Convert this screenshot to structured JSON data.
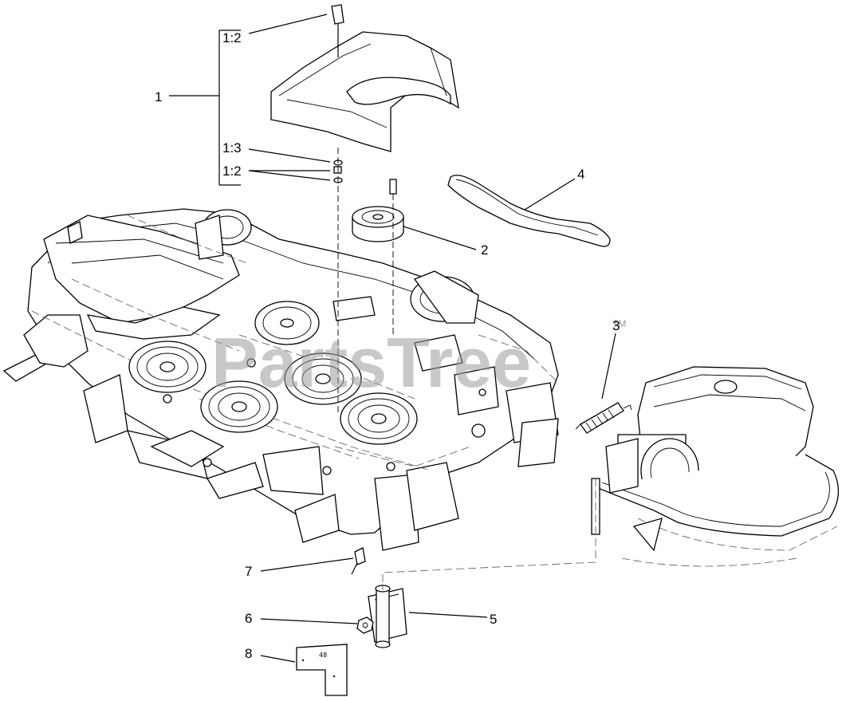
{
  "callouts": {
    "c1": "1",
    "c1_2_top": "1:2",
    "c1_3": "1:3",
    "c1_2_bottom": "1:2",
    "c2": "2",
    "c3": "3",
    "c4": "4",
    "c5": "5",
    "c6": "6",
    "c7": "7",
    "c8": "8"
  },
  "watermark": {
    "text": "PartsTree",
    "tm": "TM"
  },
  "decal_text": "48"
}
